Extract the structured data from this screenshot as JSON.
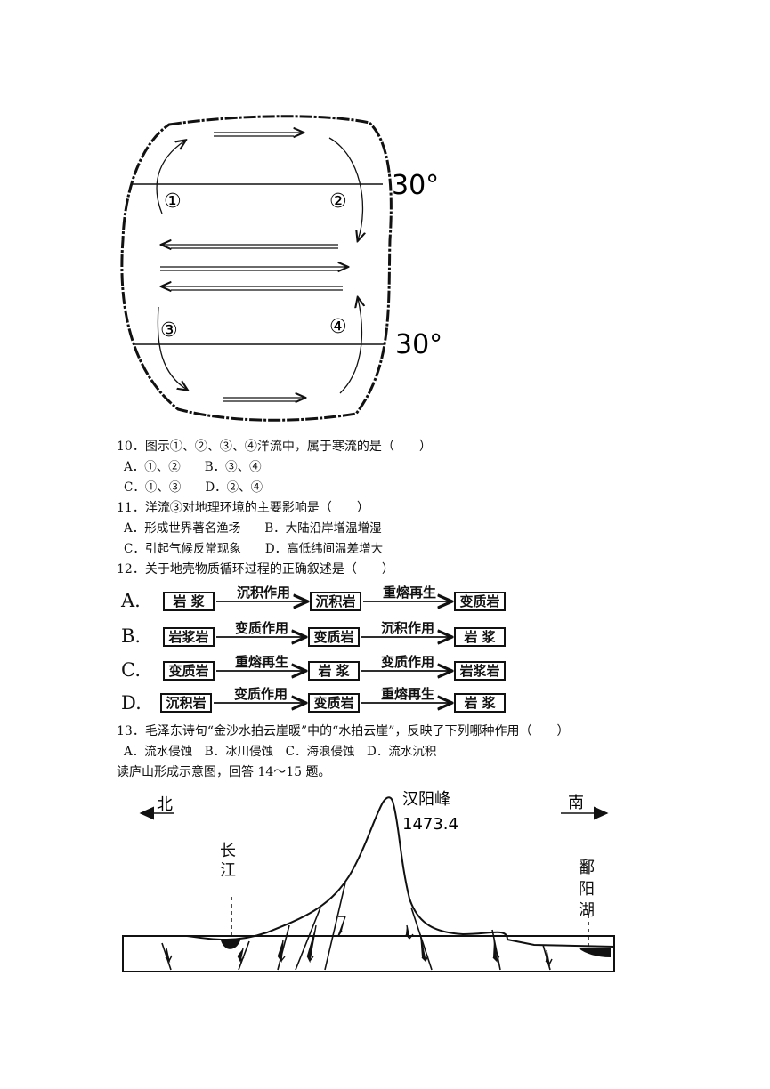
{
  "current_diagram": {
    "lat_labels": [
      "30°",
      "30°"
    ],
    "current_labels": [
      "①",
      "②",
      "③",
      "④"
    ]
  },
  "questions": [
    {
      "stem": "10．图示①、②、③、④洋流中，属于寒流的是（　　）",
      "options_lines": [
        "A．①、②　　B．③、④",
        "C．①、③　　D．②、④"
      ]
    },
    {
      "stem": "11．洋流③对地理环境的主要影响是（　　）",
      "options_lines": [
        "A．形成世界著名渔场　　B．大陆沿岸增温增湿",
        "C．引起气候反常现象　　D．高低纬间温差增大"
      ]
    },
    {
      "stem": "12．关于地壳物质循环过程的正确叙述是（　　）"
    },
    {
      "stem": "13．毛泽东诗句“金沙水拍云崖暖”中的“水拍云崖”，反映了下列哪种作用（　　）",
      "options_lines": [
        "A．流水侵蚀　B．冰川侵蚀　C．海浪侵蚀　D．流水沉积"
      ]
    }
  ],
  "rock_cycle": [
    {
      "letter": "A.",
      "box1": "岩 浆",
      "arrow1": "沉积作用",
      "box2": "沉积岩",
      "arrow2": "重熔再生",
      "box3": "变质岩"
    },
    {
      "letter": "B.",
      "box1": "岩浆岩",
      "arrow1": "变质作用",
      "box2": "变质岩",
      "arrow2": "沉积作用",
      "box3": "岩 浆"
    },
    {
      "letter": "C.",
      "box1": "变质岩",
      "arrow1": "重熔再生",
      "box2": "岩 浆",
      "arrow2": "变质作用",
      "box3": "岩浆岩"
    },
    {
      "letter": "D.",
      "box1": "沉积岩",
      "arrow1": "变质作用",
      "box2": "变质岩",
      "arrow2": "重熔再生",
      "box3": "岩 浆"
    }
  ],
  "intro_lushan": "读庐山形成示意图，回答 14～15 题。",
  "lushan_diagram": {
    "north": "北",
    "south": "南",
    "peak_name": "汉阳峰",
    "peak_height": "1473.4",
    "river": "长江",
    "lake": "鄱阳湖"
  }
}
